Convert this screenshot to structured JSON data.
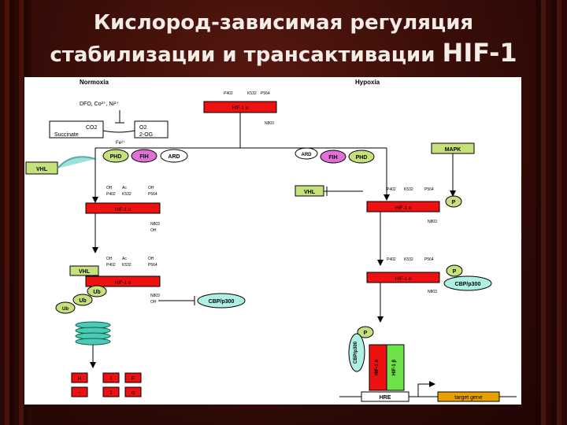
{
  "title": {
    "line1": "Кислород-зависимая регуляция",
    "line2_prefix": "стабилизации и трансактивации",
    "line2_hif": "HIF-1"
  },
  "normoxia": {
    "label": "Normoxia",
    "inhibitors": "DFO, Co²⁺, Ni²⁺",
    "co2": "CO2",
    "succinate": "Succinate",
    "o2": "O2",
    "two_og": "2-OG",
    "fe": "Fe²⁺",
    "vhl": "VHL",
    "enzymes": [
      "PHD",
      "FIH",
      "ARD"
    ],
    "hif_label": "HIF-1 α",
    "p402": "P402",
    "k532": "K532",
    "p564": "P564",
    "n803": "N803",
    "oh": "OH",
    "ac": "Ac",
    "ub": [
      "Ub",
      "Ub",
      "Ub"
    ],
    "cbp": "CBP/p300",
    "fragments": [
      "H",
      "I",
      "F",
      "-",
      "1",
      "α"
    ]
  },
  "hypoxia": {
    "label": "Hypoxia",
    "hif_label": "HIF-1 α",
    "enzymes": [
      "ARD",
      "FIH",
      "PHD"
    ],
    "vhl": "VHL",
    "mapk": "MAPK",
    "p": "P",
    "cbp": "CBP/p300",
    "hif_alpha": "HIF-1 α",
    "hif_beta": "HIF-1 β",
    "hre": "HRE",
    "target_gene": "target gene",
    "p402": "P402",
    "k532": "K532",
    "p564": "P564",
    "n803": "N803"
  }
}
